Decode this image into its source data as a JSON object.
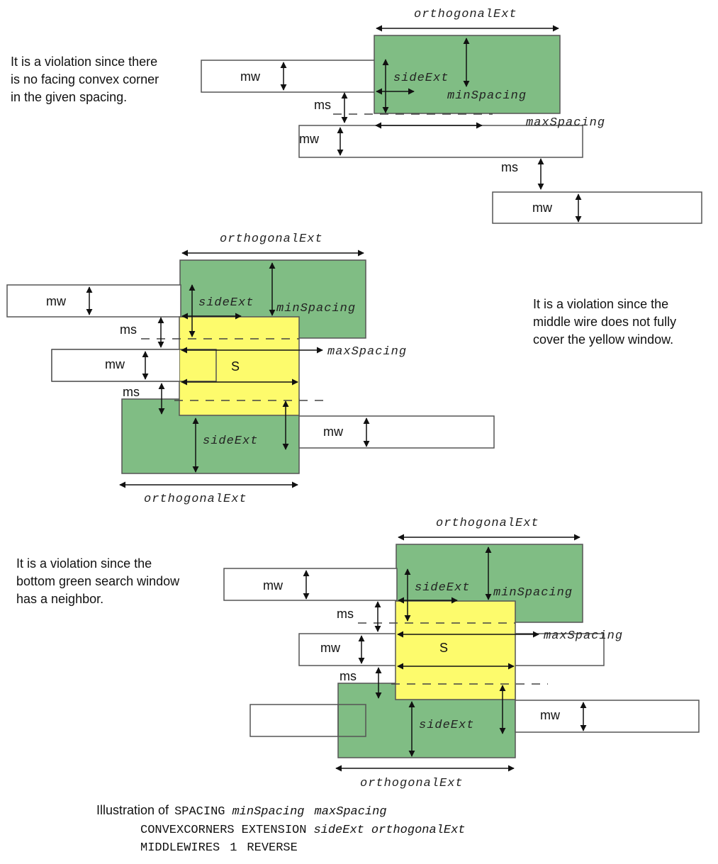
{
  "colors": {
    "green_window": "#80bd84",
    "yellow_window": "#fdfb6c",
    "wire_stroke": "#555555",
    "arrow": "#111111",
    "dash": "#444444"
  },
  "labels": {
    "mw": "mw",
    "ms": "ms",
    "S": "S",
    "orthogonalExt": "orthogonalExt",
    "sideExt": "sideExt",
    "minSpacing": "minSpacing",
    "maxSpacing": "maxSpacing"
  },
  "panels": [
    {
      "id": "panel-1",
      "note_lines": [
        "It is a violation since there",
        "is no facing convex corner",
        "in the given spacing."
      ]
    },
    {
      "id": "panel-2",
      "note_lines": [
        "It is a violation since the",
        "middle wire does not fully",
        "cover the yellow window."
      ]
    },
    {
      "id": "panel-3",
      "note_lines": [
        "It is a violation since the",
        "bottom green search window",
        "has a neighbor."
      ]
    }
  ],
  "caption": {
    "prefix": "Illustration of",
    "line1": [
      {
        "t": "SPACING",
        "style": "mono"
      },
      {
        "t": "minSpacing",
        "style": "italic"
      },
      {
        "t": "maxSpacing",
        "style": "italic"
      }
    ],
    "line2": [
      {
        "t": "CONVEXCORNERS",
        "style": "mono"
      },
      {
        "t": "EXTENSION",
        "style": "mono"
      },
      {
        "t": "sideExt",
        "style": "italic"
      },
      {
        "t": "orthogonalExt",
        "style": "italic"
      }
    ],
    "line3": [
      {
        "t": "MIDDLEWIRES",
        "style": "mono"
      },
      {
        "t": "1",
        "style": "mono"
      },
      {
        "t": "REVERSE",
        "style": "mono"
      }
    ]
  }
}
